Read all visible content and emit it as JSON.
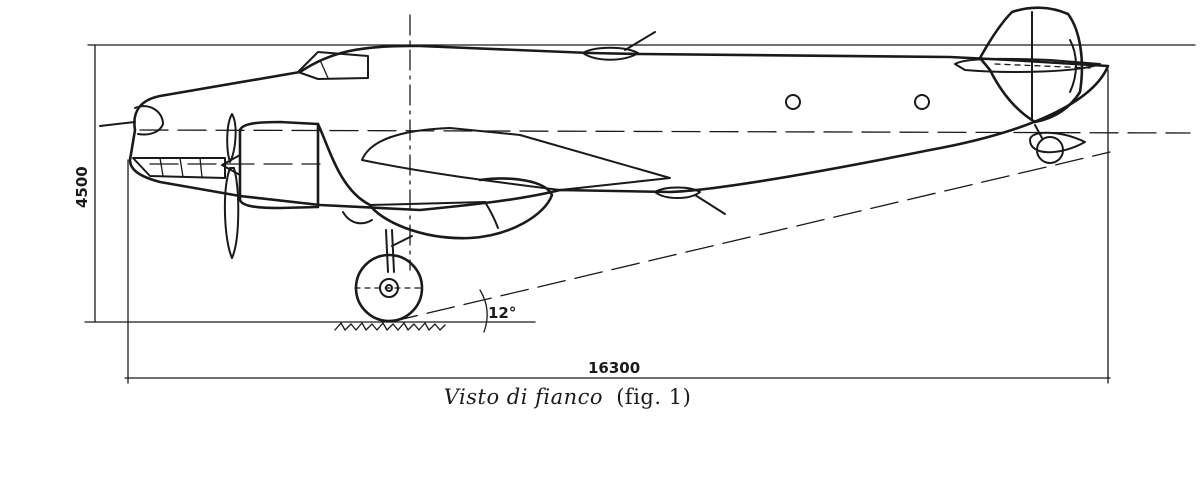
{
  "drawing": {
    "dimension_height_label": "4500",
    "dimension_length_label": "16300",
    "angle_label": "12°"
  },
  "caption": {
    "main": "Visto di fianco",
    "figure": "(fig. 1)"
  }
}
